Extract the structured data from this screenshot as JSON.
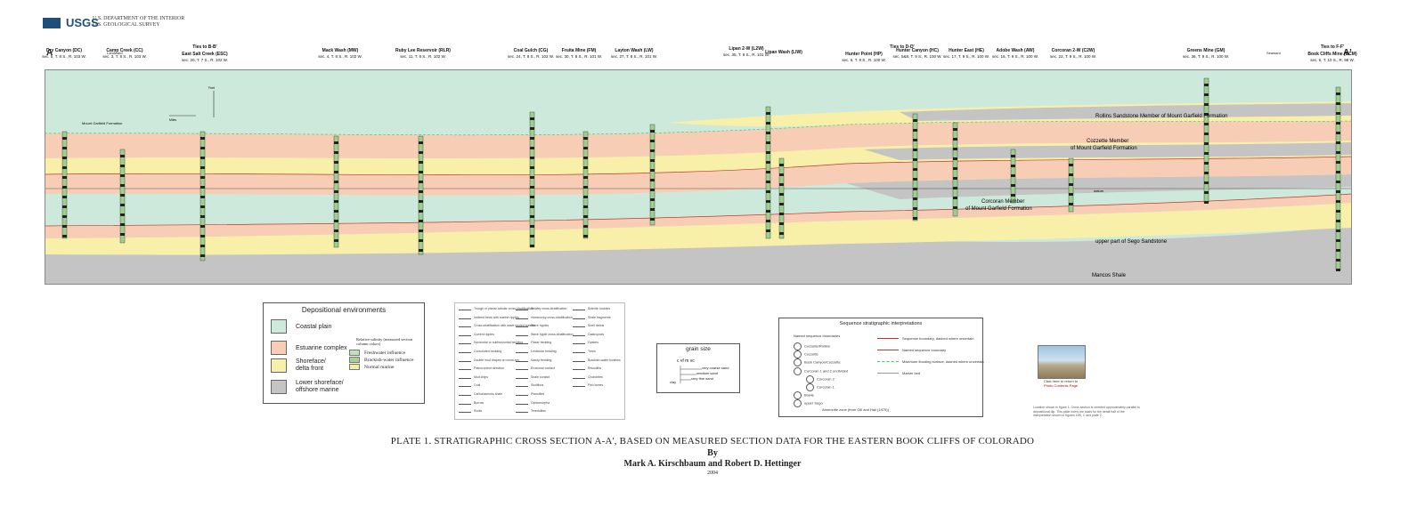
{
  "header": {
    "logo": "USGS",
    "dept_line1": "U.S. DEPARTMENT OF THE INTERIOR",
    "dept_line2": "U.S. GEOLOGICAL SURVEY"
  },
  "section_end_labels": {
    "left": "A",
    "right": "A'",
    "landward": "Landward",
    "seaward": "Seaward"
  },
  "sections": [
    {
      "name": "Dry Canyon (DC)",
      "loc": "sec. 5, T. 8 S., R. 103 W."
    },
    {
      "name": "Camp Creek (CC)",
      "loc": "sec. 3, T. 8 S., R. 103 W."
    },
    {
      "name": "Ties to B-B'",
      "loc": ""
    },
    {
      "name": "East Salt Creek (ESC)",
      "loc": "sec. 20, T. 7 S., R. 102 W."
    },
    {
      "name": "Mack Wash (MW)",
      "loc": "sec. 4, T. 8 S., R. 102 W."
    },
    {
      "name": "Ruby Lee Reservoir (RLR)",
      "loc": "sec. 11, T. 8 S., R. 102 W."
    },
    {
      "name": "Coal Gulch (CG)",
      "loc": "sec. 24, T. 8 S., R. 102 W."
    },
    {
      "name": "Fruita Mine (FM)",
      "loc": "sec. 30, T. 8 S., R. 101 W."
    },
    {
      "name": "Layton Wash (LW)",
      "loc": "sec. 27, T. 8 S., R. 101 W."
    },
    {
      "name": "Lipan 2-W (L2W)",
      "loc": "sec. 35, T. 8 S., R. 101 W."
    },
    {
      "name": "Lipan Wash (LIW)",
      "loc": ""
    },
    {
      "name": "Ties to D-D'",
      "loc": ""
    },
    {
      "name": "Hunter Point (HP)",
      "loc": "sec. 6, T. 9 S., R. 100 W."
    },
    {
      "name": "Hunter Canyon (HC)",
      "loc": "sec. 5&8, T. 9 S., R. 100 W."
    },
    {
      "name": "Hunter East (HE)",
      "loc": "sec. 17, T. 9 S., R. 100 W."
    },
    {
      "name": "Adobe Wash (AW)",
      "loc": "sec. 16, T. 9 S., R. 100 W."
    },
    {
      "name": "Corcoran 2-W (C2W)",
      "loc": "sec. 22, T. 9 S., R. 100 W."
    },
    {
      "name": "Greens Mine (GM)",
      "loc": "sec. 36, T. 9 S., R. 100 W."
    },
    {
      "name": "Ties to F-F'",
      "loc": ""
    },
    {
      "name": "Book Cliffs Mine (BCM)",
      "loc": "sec. 6, T. 10 S., R. 98 W."
    }
  ],
  "section_units": {
    "rollins": "Rollins Sandstone Member of Mount Garfield Formation",
    "cozzette": "Cozzette Member",
    "cozzette2": "of Mount Garfield Formation",
    "corcoran": "Corcoran Member",
    "corcoran2": "of Mount Garfield Formation",
    "sego": "upper part of Sego Sandstone",
    "mancos": "Mancos Shale",
    "mt_garfield": "Mount Garfield Formation",
    "datum": "datum",
    "feet": "Feet",
    "miles": "Miles"
  },
  "depositional_legend": {
    "title": "Depositional environments",
    "items": [
      {
        "label": "Coastal plain",
        "color": "#cde9dc"
      },
      {
        "label": "Estuarine complex",
        "color": "#f8cdb6"
      },
      {
        "label": "Shoreface/",
        "label2": "delta front",
        "color": "#f8f0a8"
      },
      {
        "label": "Lower shoreface/",
        "label2": "offshore marine",
        "color": "#c4c4c4"
      }
    ],
    "salinity_title": "Relative salinity (measured section column colors)",
    "salinity": [
      {
        "label": "Freshwater influence",
        "color": "#bfe3b8"
      },
      {
        "label": "Brackish-water influence",
        "color": "#a9cf93"
      },
      {
        "label": "Normal marine",
        "color": "#f3eea6"
      }
    ]
  },
  "symbols": [
    "Trough or planar-tabular cross-stratification",
    "Inclined beds with marine ripples",
    "Cross-stratification with wave rippled toesets",
    "Current ripples",
    "Horizontal or subhorizontal bedding",
    "Convoluted bedding",
    "Double mud drapes on cross-set",
    "Paleocurrent direction",
    "Mud chips",
    "Coal",
    "Carbonaceous shale",
    "Burrow",
    "Roots",
    "Swaley cross-stratification",
    "Hummocky cross-stratification",
    "Wave ripples",
    "Wave ripple cross-stratification",
    "Flaser bedding",
    "Lenticular bedding",
    "Sandy bedding",
    "Erosional contact",
    "Shale contact",
    "Skolithos",
    "Planolites",
    "Ophiomorpha",
    "Teredolites",
    "Siderite nodules",
    "Shale fragments",
    "Shell debris",
    "Gastropods",
    "Oysters",
    "Trees",
    "Brackish-water bivalves",
    "Rhizoliths",
    "Chondrites",
    "Fish bones"
  ],
  "grain_size": {
    "title": "grain size",
    "scale": "c  vf  m  vc",
    "lines": [
      "very coarse sand",
      "medium sand",
      "very fine sand"
    ],
    "clay": "clay"
  },
  "sequence_legend": {
    "title": "Sequence stratigraphic interpretations",
    "named_title": "Named sequence boundaries",
    "named": [
      {
        "tag": "RC",
        "label": "Cozzette/Rollins"
      },
      {
        "tag": "C",
        "label": "Cozzette"
      },
      {
        "tag": "BC",
        "label": "Buck Canyon/Cozzette"
      },
      {
        "tag": "C1",
        "label": "Corcoran 1 and 2 undivided"
      },
      {
        "tag": "C2",
        "label": "Corcoran 2"
      },
      {
        "tag": "C1",
        "label": "Corcoran 1"
      },
      {
        "tag": "B",
        "label": "Bowie"
      },
      {
        "tag": "S",
        "label": "upper Sego"
      }
    ],
    "lines": [
      {
        "label": "Sequence boundary, dashed where uncertain",
        "color": "#c0392b"
      },
      {
        "label": "Named sequence boundary",
        "color": "#c0392b"
      },
      {
        "label": "Maximum flooding surface, dashed where uncertain",
        "color": "#2ecc71"
      },
      {
        "label": "Marker bed",
        "color": "#999999"
      }
    ],
    "ammonite": "Ammonite zone (from Gill and Hail (1975))"
  },
  "photo": {
    "caption": "Click here to return to",
    "caption2": "Photo Contents Page"
  },
  "note": "Location shown in figure 1. Cross section is oriented approximately parallel to depositional dip. This plate forms the basis for the detail half of the interpretation shown in figures 10B, C and plate 2.",
  "plate_title": "PLATE 1.  STRATIGRAPHIC CROSS SECTION A-A', BASED ON MEASURED SECTION DATA FOR THE EASTERN BOOK CLIFFS OF COLORADO",
  "by": "By",
  "authors": "Mark A. Kirschbaum and Robert D. Hettinger",
  "year": "2004",
  "colors": {
    "coastal": "#cde9dc",
    "estuarine": "#f8cdb6",
    "shoreface": "#f8f0a8",
    "offshore": "#c4c4c4",
    "column": "#9fcf8f",
    "boundary": "#c0392b",
    "flooding": "#2ecc71"
  }
}
